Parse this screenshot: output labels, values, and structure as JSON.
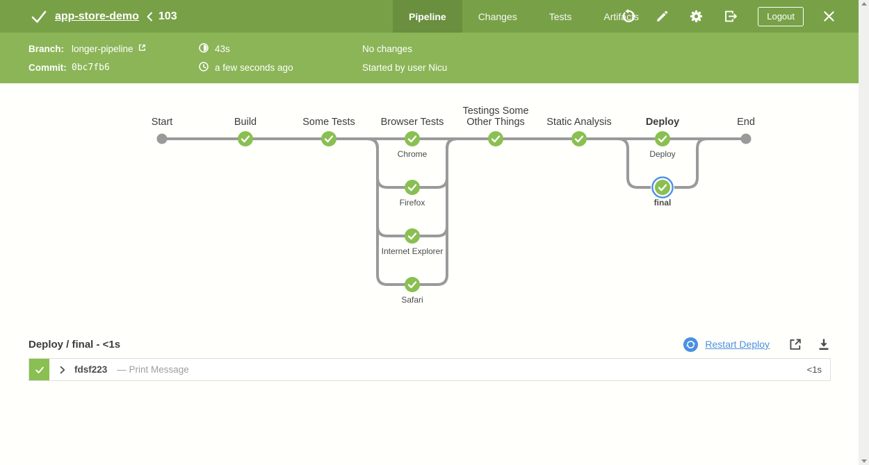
{
  "header": {
    "title": "app-store-demo",
    "run_number": "103",
    "tabs": [
      {
        "label": "Pipeline",
        "active": true
      },
      {
        "label": "Changes",
        "active": false
      },
      {
        "label": "Tests",
        "active": false
      },
      {
        "label": "Artifacts",
        "active": false
      }
    ],
    "logout_label": "Logout",
    "action_icons": [
      "replay-icon",
      "edit-icon",
      "settings-icon",
      "exit-icon",
      "close-icon"
    ]
  },
  "run_details": {
    "branch_label": "Branch:",
    "branch_value": "longer-pipeline",
    "commit_label": "Commit:",
    "commit_value": "0bc7fb6",
    "duration": "43s",
    "time_ago": "a few seconds ago",
    "changes": "No changes",
    "started_by": "Started by user Nicu"
  },
  "pipeline": {
    "stages": [
      {
        "name": "Start",
        "type": "start"
      },
      {
        "name": "Build",
        "state": "success"
      },
      {
        "name": "Some Tests",
        "state": "success"
      },
      {
        "name": "Browser Tests",
        "state": "success",
        "children": [
          {
            "name": "Chrome",
            "state": "success"
          },
          {
            "name": "Firefox",
            "state": "success"
          },
          {
            "name": "Internet Explorer",
            "state": "success"
          },
          {
            "name": "Safari",
            "state": "success"
          }
        ]
      },
      {
        "name": "Testings Some Other Things",
        "state": "success"
      },
      {
        "name": "Static Analysis",
        "state": "success"
      },
      {
        "name": "Deploy",
        "state": "success",
        "selected": true,
        "children": [
          {
            "name": "Deploy",
            "state": "success"
          },
          {
            "name": "final",
            "state": "success",
            "selected": true
          }
        ]
      },
      {
        "name": "End",
        "type": "end"
      }
    ]
  },
  "log_section": {
    "title": "Deploy / final - <1s",
    "restart_label": "Restart Deploy",
    "steps": [
      {
        "id": "fdsf223",
        "description": "— Print Message",
        "duration": "<1s",
        "state": "success"
      }
    ]
  },
  "colors": {
    "header_green": "#78a147",
    "subheader_green": "#8bb557",
    "active_tab": "#698f3f",
    "node_green": "#8abf52",
    "step_green": "#8abf52",
    "connector": "#9a9a9a",
    "terminal": "#9a9a9a",
    "link": "#4a90e2"
  }
}
